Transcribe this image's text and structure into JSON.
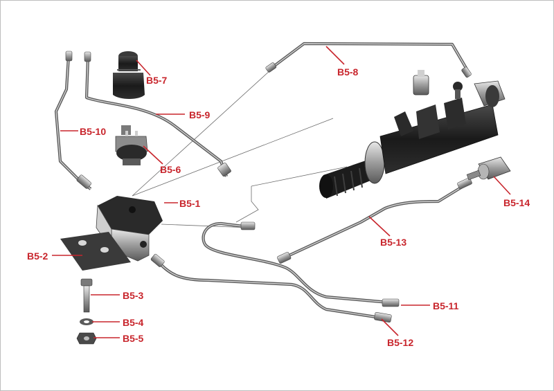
{
  "colors": {
    "label": "#c8252c",
    "leader": "#c8252c",
    "part_dark": "#1e1e1e",
    "part_metal": "#9a9a9a",
    "pipe": "#8a8a8a"
  },
  "callouts": [
    {
      "id": "b5-1",
      "text": "B5-1"
    },
    {
      "id": "b5-2",
      "text": "B5-2"
    },
    {
      "id": "b5-3",
      "text": "B5-3"
    },
    {
      "id": "b5-4",
      "text": "B5-4"
    },
    {
      "id": "b5-5",
      "text": "B5-5"
    },
    {
      "id": "b5-6",
      "text": "B5-6"
    },
    {
      "id": "b5-7",
      "text": "B5-7"
    },
    {
      "id": "b5-8",
      "text": "B5-8"
    },
    {
      "id": "b5-9",
      "text": "B5-9"
    },
    {
      "id": "b5-10",
      "text": "B5-10"
    },
    {
      "id": "b5-11",
      "text": "B5-11"
    },
    {
      "id": "b5-12",
      "text": "B5-12"
    },
    {
      "id": "b5-13",
      "text": "B5-13"
    },
    {
      "id": "b5-14",
      "text": "B5-14"
    }
  ]
}
